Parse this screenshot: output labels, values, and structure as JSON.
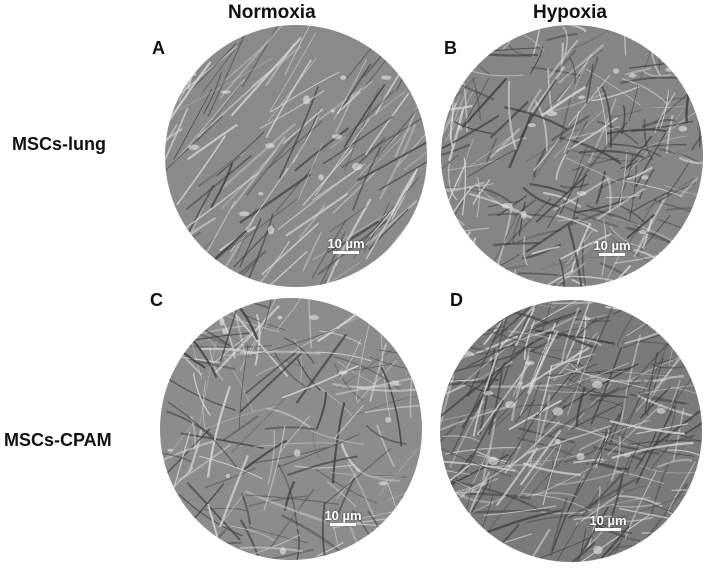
{
  "columns": {
    "normoxia": "Normoxia",
    "hypoxia": "Hypoxia"
  },
  "rows": {
    "lung": "MSCs-lung",
    "cpam": "MSCs-CPAM"
  },
  "panels": [
    {
      "letter": "A",
      "scale": "10 µm"
    },
    {
      "letter": "B",
      "scale": "10 µm"
    },
    {
      "letter": "C",
      "scale": "10 µm"
    },
    {
      "letter": "D",
      "scale": "10 µm"
    }
  ]
}
